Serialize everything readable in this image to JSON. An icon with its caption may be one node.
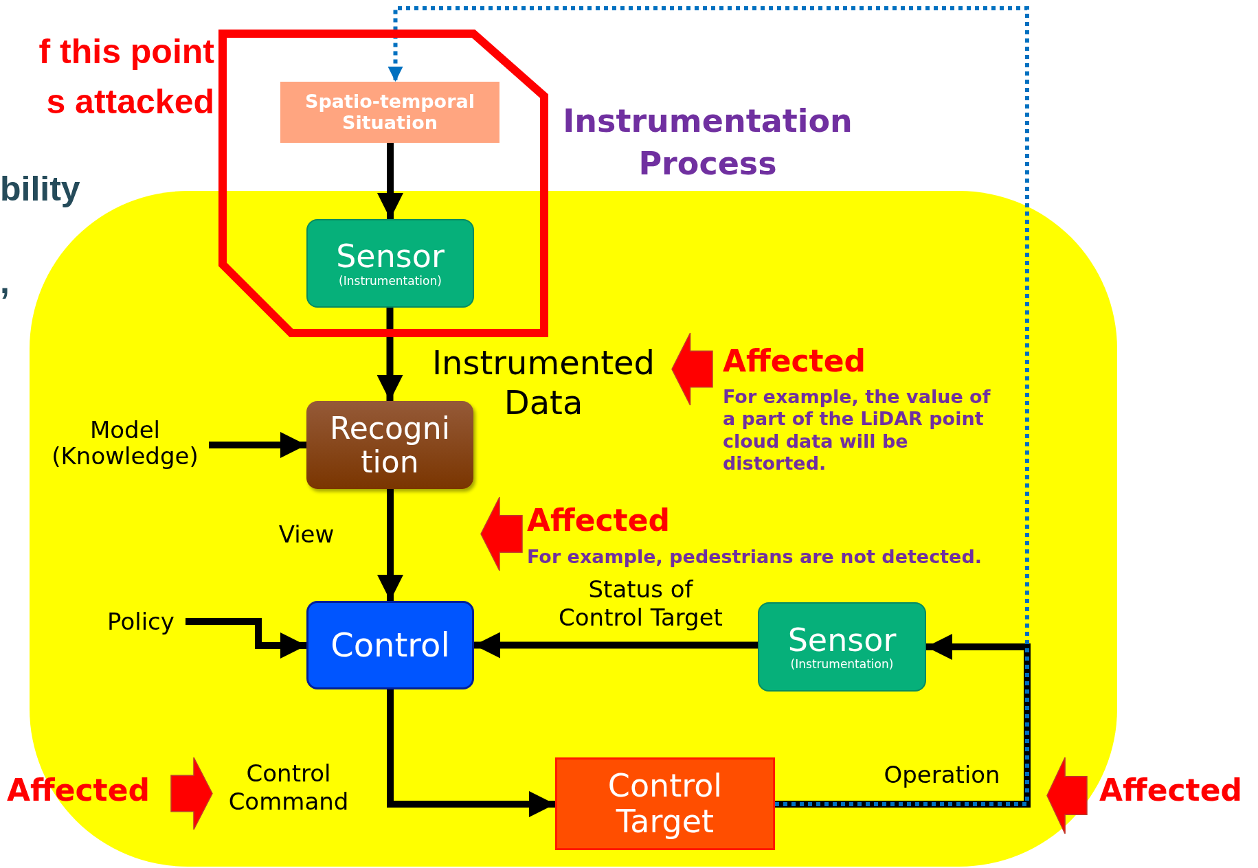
{
  "diagram": {
    "nodes": [
      {
        "text": [
          "Instrumentation Process"
        ]
      },
      {
        "text": [
          "Spatio-temporal Situation"
        ],
        "in": 0
      },
      {
        "text": [
          "Sensor",
          "(Instrumentation)"
        ],
        "in": 0
      },
      {
        "text": [
          "Model (Knowledge)"
        ]
      },
      {
        "text": [
          "Recogni tion"
        ]
      },
      {
        "text": [
          "Policy"
        ]
      },
      {
        "text": [
          "Control"
        ]
      },
      {
        "text": [
          "Sensor",
          "(Instrumentation)"
        ]
      },
      {
        "text": [
          "Control Target"
        ]
      }
    ],
    "edges": [
      {
        "from": 1,
        "to": 2,
        "arrow": "to"
      },
      {
        "from": 2,
        "to": 4,
        "arrow": "to",
        "label": "Instrumented Data"
      },
      {
        "from": 3,
        "to": 4,
        "arrow": "to"
      },
      {
        "from": 4,
        "to": 6,
        "arrow": "to",
        "label": "View"
      },
      {
        "from": 5,
        "to": 6,
        "arrow": "to"
      },
      {
        "from": 7,
        "to": 6,
        "arrow": "to",
        "label": "Status of Control Target"
      },
      {
        "from": 6,
        "to": 8,
        "arrow": "to",
        "label": "Control Command"
      },
      {
        "from": 8,
        "to": 7,
        "arrow": "to",
        "label": "Operation"
      },
      {
        "from": 8,
        "to": 1,
        "arrow": "to",
        "style": "dashed",
        "color": "#0070c0"
      }
    ],
    "labels": [
      "f this point",
      "s attacked",
      "bility",
      ",",
      "Affected",
      "For example, the value of a part of the LiDAR point cloud data will be distorted.",
      "Affected",
      "For example, pedestrians are not detected.",
      "Affected",
      "Affected"
    ]
  }
}
